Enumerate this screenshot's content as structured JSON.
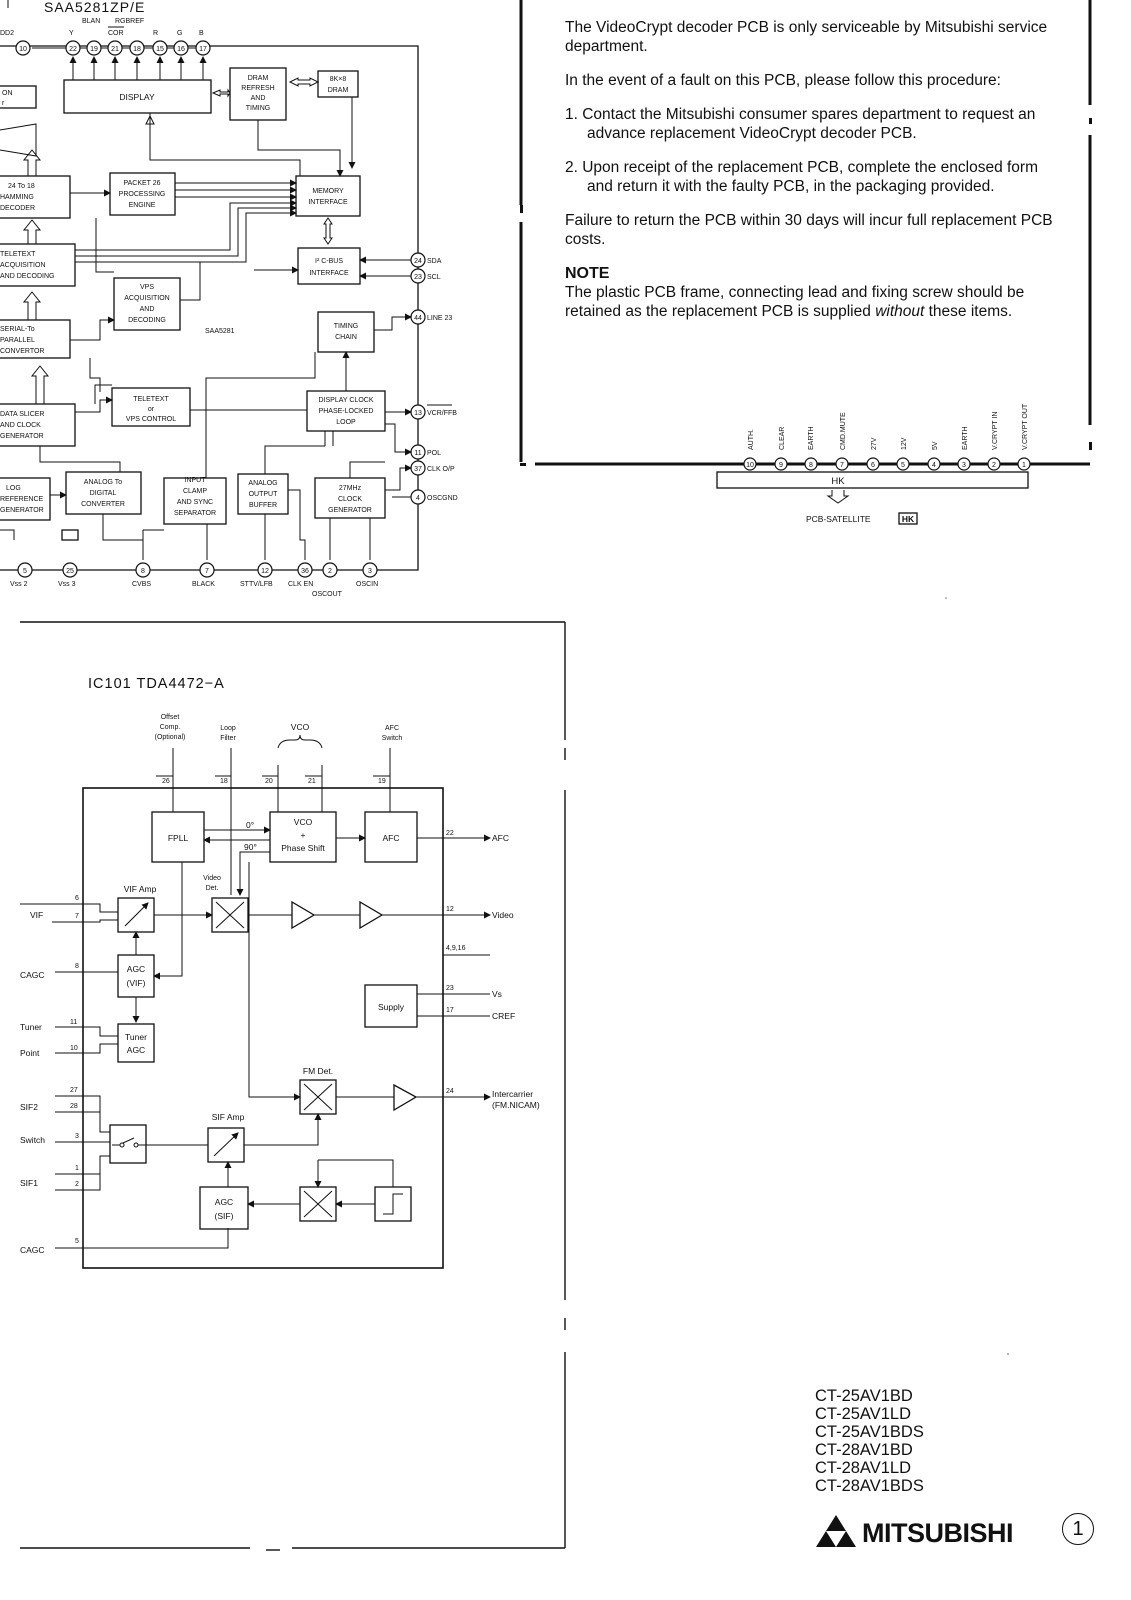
{
  "saa": {
    "title": "SAA5281ZP/E",
    "chip_label": "SAA5281",
    "top_labels": {
      "vdd2": "DD2",
      "y": "Y",
      "blan": "BLAN",
      "rgbref": "RGBREF",
      "cor": "COR",
      "r": "R",
      "g": "G",
      "b": "B"
    },
    "top_pins": [
      "10",
      "22",
      "19",
      "21",
      "18",
      "15",
      "16",
      "17"
    ],
    "blocks": {
      "display": "DISPLAY",
      "dram_refresh": [
        "DRAM",
        "REFRESH",
        "AND",
        "TIMING"
      ],
      "dram": [
        "8K×8",
        "DRAM"
      ],
      "packet26": [
        "PACKET 26",
        "PROCESSING",
        "ENGINE"
      ],
      "memory_interface": [
        "MEMORY",
        "INTERFACE"
      ],
      "icbus": [
        "I² C-BUS",
        "INTERFACE"
      ],
      "vps": [
        "VPS",
        "ACQUISITION",
        "AND",
        "DECODING"
      ],
      "timing_chain": [
        "TIMING",
        "CHAIN"
      ],
      "teletext_vps": [
        "TELETEXT",
        "or",
        "VPS CONTROL"
      ],
      "display_clock": [
        "DISPLAY CLOCK",
        "PHASE-LOCKED",
        "LOOP"
      ],
      "analog_digital": [
        "ANALOG To",
        "DIGITAL",
        "CONVERTER"
      ],
      "input_clamp": [
        "INPUT",
        "CLAMP",
        "AND SYNC",
        "SEPARATOR"
      ],
      "analog_output": [
        "ANALOG",
        "OUTPUT",
        "BUFFER"
      ],
      "clock_gen": [
        "27MHz",
        "CLOCK",
        "GENERATOR"
      ]
    },
    "left_partial": {
      "on": [
        "ON",
        "r"
      ],
      "hamming": [
        "24 To 18",
        "HAMMING",
        "DECODER"
      ],
      "teletext_acq": [
        "TELETEXT",
        "ACQUISITION",
        "AND DECODING"
      ],
      "serial": [
        "SERIAL-To",
        "PARALLEL",
        "CONVERTOR"
      ],
      "slicer": [
        "DATA SLICER",
        "AND CLOCK",
        "GENERATOR"
      ],
      "ref": [
        "LOG",
        "REFERENCE",
        "GENERATOR"
      ]
    },
    "right_pins": [
      {
        "num": "24",
        "label": "SDA"
      },
      {
        "num": "23",
        "label": "SCL"
      },
      {
        "num": "44",
        "label": "LINE 23"
      },
      {
        "num": "13",
        "label": "VCR/FFB"
      },
      {
        "num": "11",
        "label": "POL"
      },
      {
        "num": "37",
        "label": "CLK O/P"
      },
      {
        "num": "4",
        "label": "OSCGND"
      }
    ],
    "bottom_pins": [
      {
        "num": "5",
        "label": "Vss 2"
      },
      {
        "num": "25",
        "label": "Vss 3"
      },
      {
        "num": "8",
        "label": "CVBS"
      },
      {
        "num": "7",
        "label": "BLACK"
      },
      {
        "num": "12",
        "label": "STTV/LFB"
      },
      {
        "num": "36",
        "label": "CLK EN"
      },
      {
        "num": "2",
        "label": "OSCOUT"
      },
      {
        "num": "3",
        "label": "OSCIN"
      }
    ]
  },
  "instructions": {
    "p1": "The VideoCrypt decoder PCB is only serviceable by Mitsubishi service department.",
    "p2": "In the event of a fault on this PCB, please follow this procedure:",
    "item1": "1. Contact the Mitsubishi consumer spares department to request an advance replacement VideoCrypt decoder PCB.",
    "item2": "2. Upon receipt of the replacement PCB, complete the enclosed form and return it with the faulty PCB, in the packaging provided.",
    "p3": "Failure to return the PCB within 30 days will incur full replacement PCB costs.",
    "note_heading": "NOTE",
    "note_before": "The plastic PCB frame, connecting lead and fixing screw should be retained as the replacement PCB is supplied ",
    "note_em": "without",
    "note_after": " these items."
  },
  "connector": {
    "pins": [
      {
        "num": "10",
        "label": "AUTH."
      },
      {
        "num": "9",
        "label": "CLEAR"
      },
      {
        "num": "8",
        "label": "EARTH"
      },
      {
        "num": "7",
        "label": "CMD.MUTE"
      },
      {
        "num": "6",
        "label": "27V"
      },
      {
        "num": "5",
        "label": "12V"
      },
      {
        "num": "4",
        "label": "5V"
      },
      {
        "num": "3",
        "label": "EARTH"
      },
      {
        "num": "2",
        "label": "V.CRYPT IN"
      },
      {
        "num": "1",
        "label": "V.CRYPT OUT"
      }
    ],
    "name": "HK",
    "caption": "PCB-SATELLITE",
    "caption_box": "HK"
  },
  "tda": {
    "title": "IC101   TDA4472−A",
    "top_labels": {
      "offset": [
        "Offset",
        "Comp.",
        "(Optional)"
      ],
      "loop": [
        "Loop",
        "Filter"
      ],
      "vco": "VCO",
      "afc_switch": [
        "AFC",
        "Switch"
      ]
    },
    "top_pins": [
      "26",
      "18",
      "20",
      "21",
      "19"
    ],
    "blocks": {
      "fpll": "FPLL",
      "vco": [
        "VCO",
        "+",
        "Phase Shift"
      ],
      "afc": "AFC",
      "phase0": "0°",
      "phase90": "90°",
      "vif_amp": "VIF Amp",
      "video_det": [
        "Video",
        "Det."
      ],
      "agc_vif": [
        "AGC",
        "(VIF)"
      ],
      "tuner_agc": [
        "Tuner",
        "AGC"
      ],
      "supply": "Supply",
      "fm_det": "FM Det.",
      "sif_amp": "SIF Amp",
      "agc_sif": [
        "AGC",
        "(SIF)"
      ]
    },
    "left_pins": {
      "vif": {
        "label": "VIF",
        "pins": [
          "6",
          "7"
        ]
      },
      "cagc": {
        "label": "CAGC",
        "pin": "8"
      },
      "tuner": {
        "label": "Tuner",
        "pin": "11"
      },
      "point": {
        "label": "Point",
        "pin": "10"
      },
      "sif2": {
        "label": "SIF2",
        "pins": [
          "27",
          "28"
        ]
      },
      "switch": {
        "label": "Switch",
        "pin": "3"
      },
      "sif1": {
        "label": "SIF1",
        "pins": [
          "1",
          "2"
        ]
      },
      "cagc2": {
        "label": "CAGC",
        "pin": "5"
      }
    },
    "right_pins": [
      {
        "num": "22",
        "label": "AFC"
      },
      {
        "num": "12",
        "label": "Video"
      },
      {
        "num": "4,9,16",
        "label": ""
      },
      {
        "num": "23",
        "label": "Vs"
      },
      {
        "num": "17",
        "label": "CREF"
      },
      {
        "num": "24",
        "label": "Intercarrier"
      }
    ],
    "intercarrier_sub": "(FM.NICAM)"
  },
  "models": [
    "CT-25AV1BD",
    "CT-25AV1LD",
    "CT-25AV1BDS",
    "CT-28AV1BD",
    "CT-28AV1LD",
    "CT-28AV1BDS"
  ],
  "brand": {
    "word": "MITSUBISHI",
    "page": "1"
  }
}
